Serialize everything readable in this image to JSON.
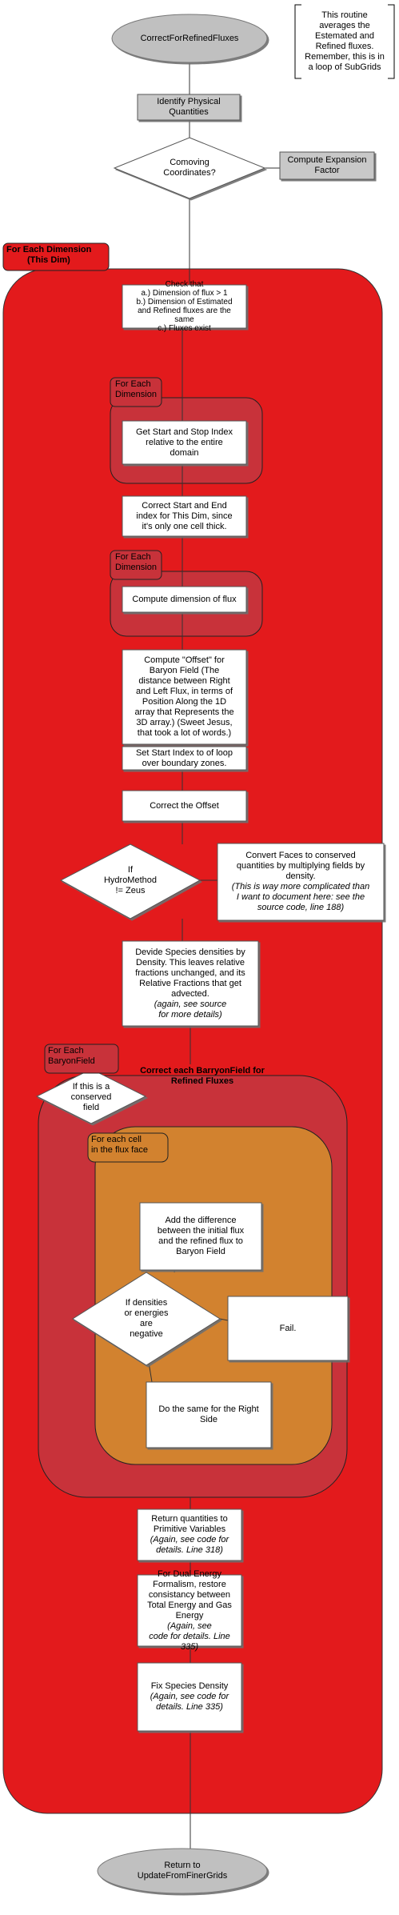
{
  "nodes": {
    "start": "CorrectForRefinedFluxes",
    "note_top": "This routine\naverages the\nEstemated and\nRefined fluxes.\nRemember, this is in\na loop of SubGrids",
    "identify": "Identify Physical\nQuantities",
    "comoving": "Comoving\nCoordinates?",
    "compute_expansion": "Compute Expansion\nFactor",
    "check": "Check that\na.) Dimension of flux > 1\nb.) Dimension of Estimated\nand Refined fluxes are the\nsame\nc.) Fluxes exist",
    "get_start_stop": "Get Start and Stop Index\nrelative to the entire\ndomain",
    "correct_start_end": "Correct Start and End\nindex for This Dim, since\nit's only one cell thick.",
    "compute_dim_flux": "Compute dimension of flux",
    "compute_offset": "Compute \"Offset\" for\nBaryon Field (The\ndistance between Right\nand Left Flux, in terms of\nPosition Along the 1D\narray that Represents the\n3D array.)  (Sweet Jesus,\nthat took a lot of words.)",
    "set_start_index": "Set Start Index to of loop\nover boundary zones.",
    "correct_offset": "Correct the Offset",
    "if_hydro": "If\nHydroMethod\n!= Zeus",
    "convert_faces": "Convert Faces to conserved\nquantities by multiplying fields by\ndensity.",
    "convert_faces_note": "(This is way more complicated than\nI want to document here:  see the\nsource code, line 188)",
    "devide_species": "Devide Species densities by\nDensity.  This leaves relative\nfractions unchanged, and its\nRelative Fractions that get\nadvected.",
    "devide_species_note": "(again, see source\nfor more details)",
    "correct_each_baryon": "Correct each BarryonField for\nRefined Fluxes",
    "if_conserved": "If this is a\nconserved\nfield",
    "add_difference": "Add the difference\nbetween the initial flux\nand the refined flux to\nBaryon Field",
    "if_densities": "If densities\nor energies\nare\nnegative",
    "fail": "Fail.",
    "same_right": "Do the same for the Right\nSide",
    "return_primitive": "Return quantities to\nPrimitive Variables",
    "return_primitive_note": "(Again, see code for\ndetails.  Line 318)",
    "dual_energy": "For Dual Energy\nFormalism, restore\nconsistancy between\nTotal Energy and Gas\nEnergy",
    "dual_energy_note": "(Again, see\ncode for details.  Line\n335)",
    "fix_species": "Fix Species Density",
    "fix_species_note": "(Again, see code for\ndetails.  Line 335)",
    "end": "Return to\nUpdateFromFinerGrids"
  },
  "loops": {
    "for_each_dimension": "For Each Dimension",
    "for_each_dimension_sub": "(This Dim)",
    "for_each_dimension_inner_1": "For Each\nDimension",
    "for_each_dimension_inner_2": "For Each\nDimension",
    "for_each_baryonfield": "For Each\nBaryonField",
    "for_each_cell": "For each cell\nin the flux face"
  },
  "colors": {
    "loop_red": "#e31a1c",
    "loop_dark_red": "#c8323a",
    "loop_orange": "#d2822f",
    "terminal_gray": "#c0c0c0",
    "process_gray": "#c8c8c8"
  }
}
